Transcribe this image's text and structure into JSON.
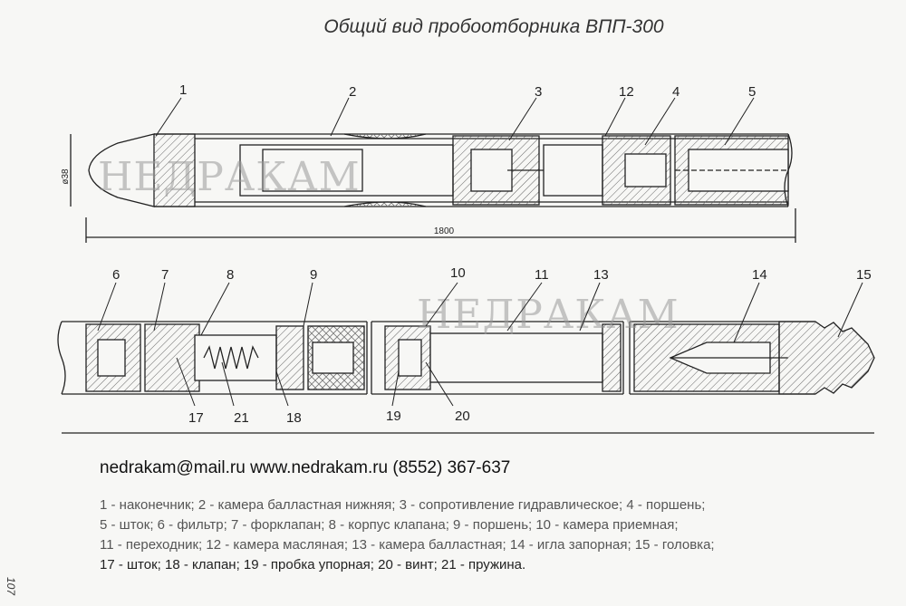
{
  "title": "Общий вид пробоотборника ВПП-300",
  "watermark": "НЕДРАКАМ",
  "dimensions": {
    "length": "1800",
    "diameter": "ø38"
  },
  "callouts_top": [
    "1",
    "2",
    "3",
    "12",
    "4",
    "5"
  ],
  "callouts_bottom": [
    "6",
    "7",
    "8",
    "9",
    "10",
    "11",
    "13",
    "14",
    "15"
  ],
  "callouts_under": [
    "17",
    "21",
    "18",
    "19",
    "20"
  ],
  "contact": "nedrakam@mail.ru  www.nedrakam.ru (8552) 367-637",
  "legend": [
    "1 - наконечник;  2 - камера балластная нижняя; 3 - сопротивление гидравлическое; 4 - поршень;",
    "5 - шток; 6 - фильтр; 7 - форклапан; 8 - корпус клапана; 9 - поршень; 10 - камера приемная;",
    "11 - переходник; 12 - камера масляная; 13 - камера балластная; 14 - игла запорная; 15 - головка;",
    "17 - шток; 18 - клапан; 19 - пробка упорная; 20 - винт; 21 - пружина."
  ],
  "page_number": "107"
}
